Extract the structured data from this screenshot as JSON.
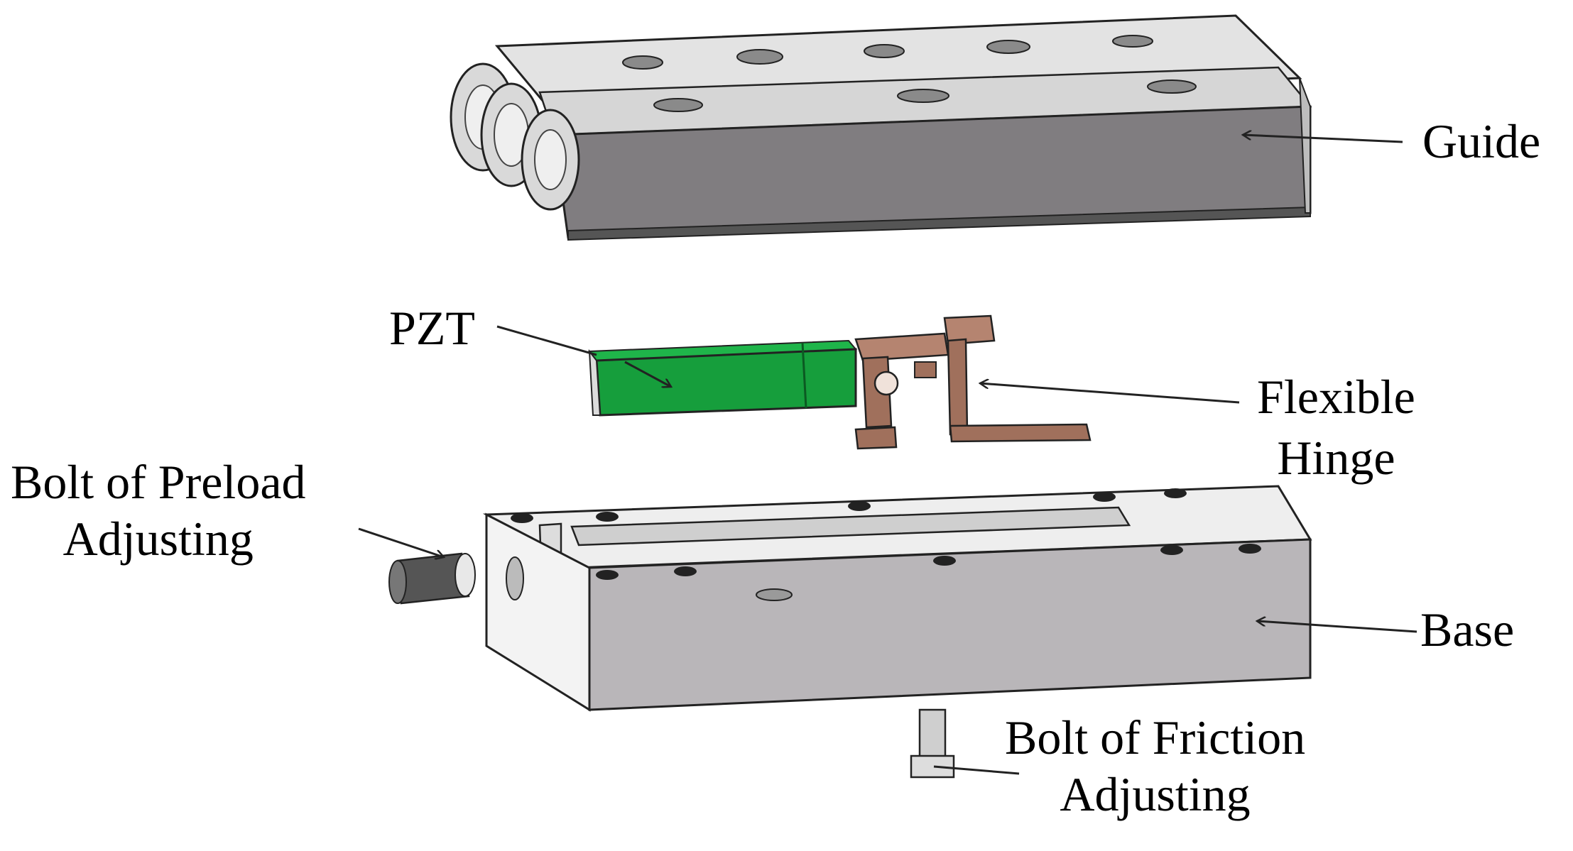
{
  "labels": {
    "guide": "Guide",
    "pzt": "PZT",
    "flexible_hinge_line1": "Flexible",
    "flexible_hinge_line2": "Hinge",
    "bolt_preload_line1": "Bolt of Preload",
    "bolt_preload_line2": "Adjusting",
    "base": "Base",
    "bolt_friction_line1": "Bolt of Friction",
    "bolt_friction_line2": "Adjusting"
  },
  "colors": {
    "metal_light": "#e6e6e6",
    "metal_mid": "#c8c8c8",
    "metal_dark": "#8a8a8a",
    "base_face": "#b9b6b9",
    "guide_face": "#807d80",
    "pzt_green": "#169e3c",
    "hinge_copper": "#a0705c",
    "outline": "#222222"
  }
}
